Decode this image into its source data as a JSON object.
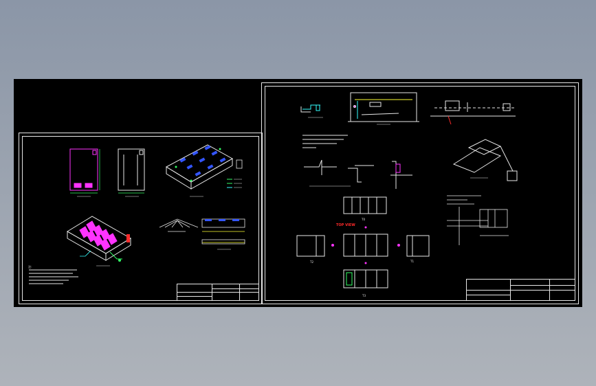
{
  "app": {
    "background": "#97a1af",
    "canvas_color": "#000000",
    "line_color": "#e8e8e8"
  },
  "drawing_left": {
    "name": "layout-sheet",
    "notes_heading": "注:",
    "caption": ""
  },
  "drawing_right": {
    "name": "views-sheet",
    "top_view_label": "TOP VIEW",
    "view_labels": [
      "T0",
      "T2",
      "T1",
      "T3"
    ]
  },
  "colors": {
    "magenta": "#ff33ff",
    "blue": "#3355ff",
    "cyan": "#33ffff",
    "green": "#33ff66",
    "yellow": "#ffff33",
    "red": "#ff2a2a",
    "white": "#e8e8e8"
  }
}
